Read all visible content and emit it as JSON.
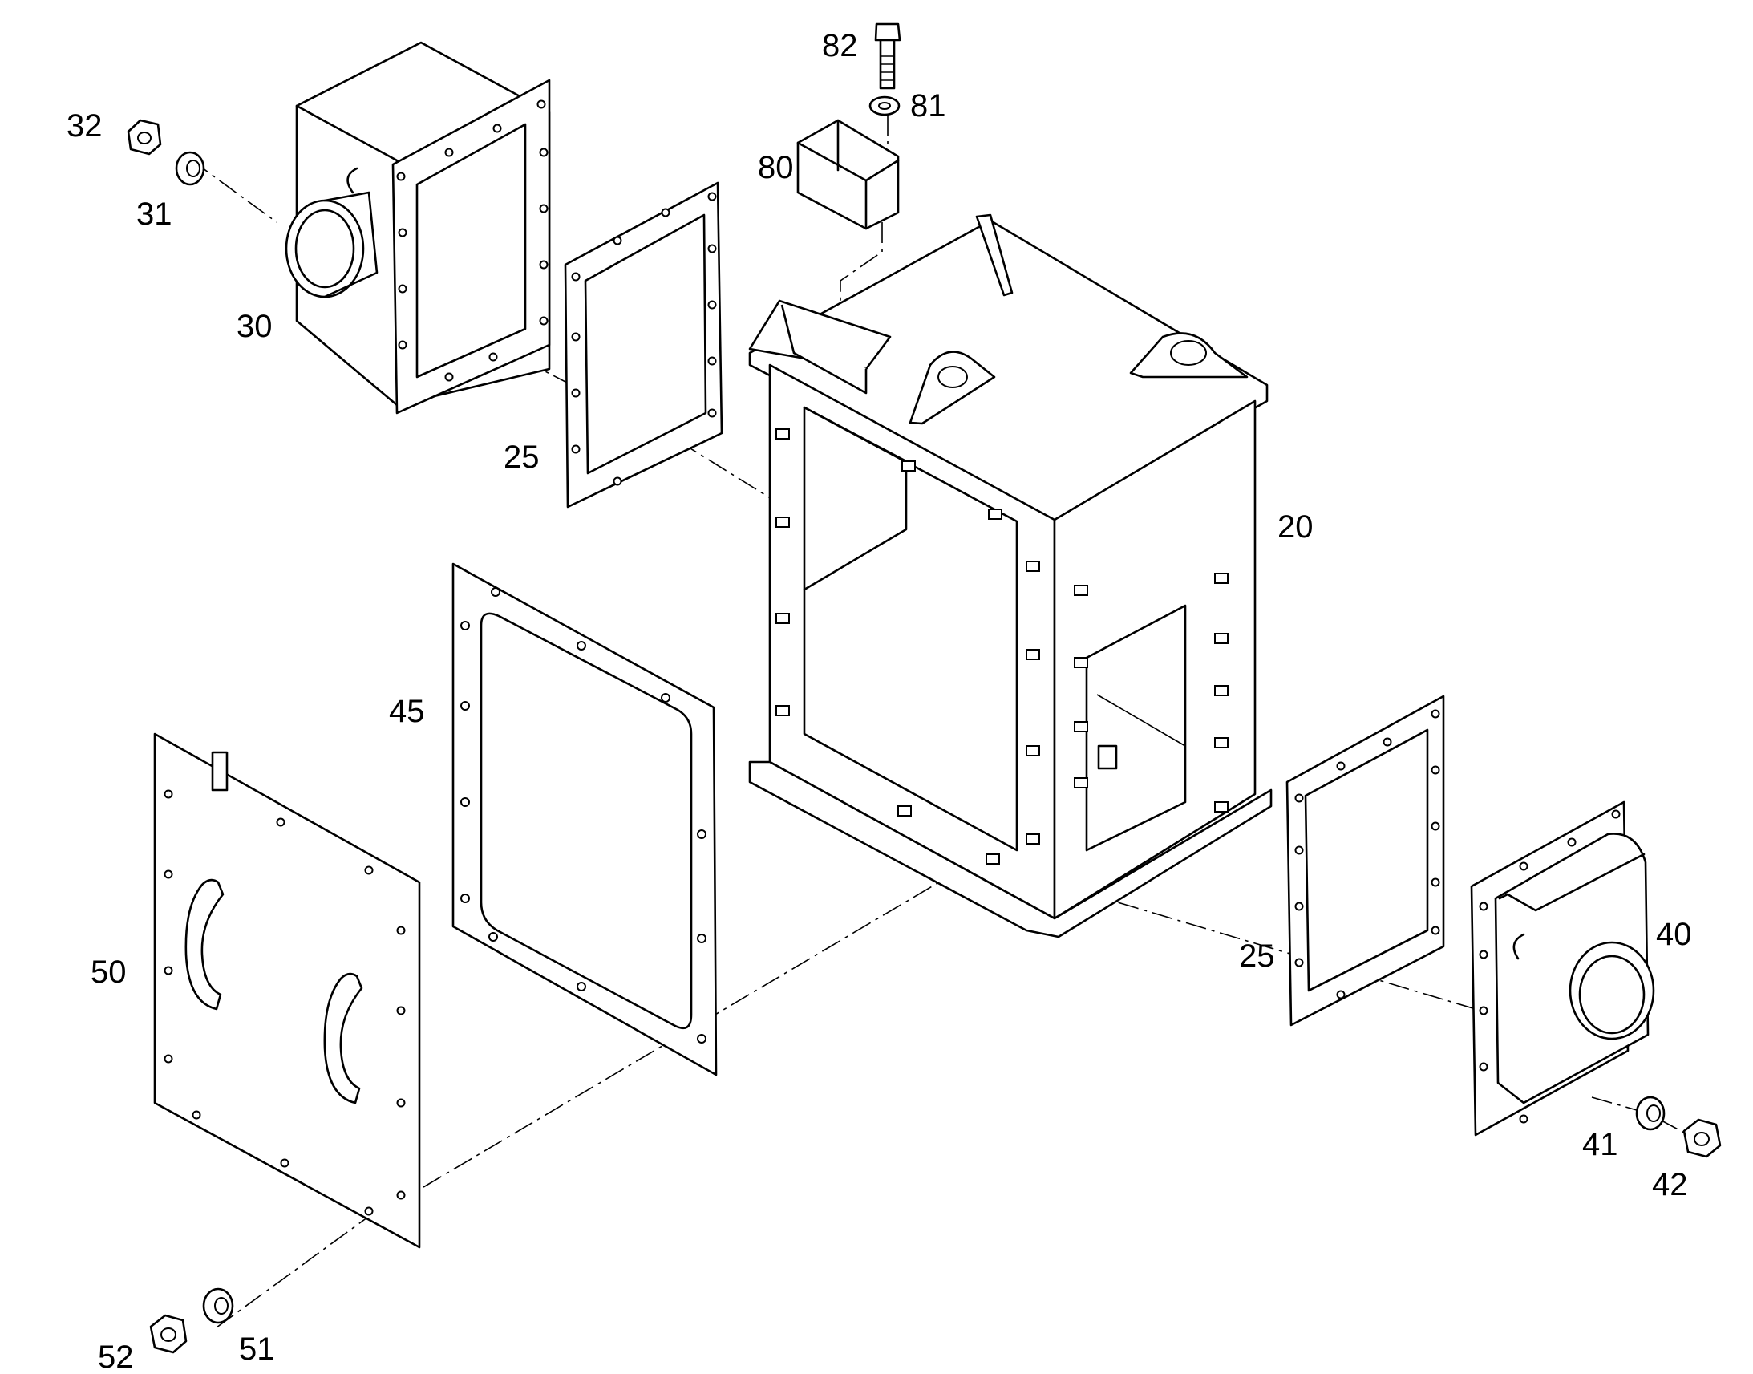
{
  "callouts": {
    "c20": "20",
    "c25a": "25",
    "c25b": "25",
    "c30": "30",
    "c31": "31",
    "c32": "32",
    "c40": "40",
    "c41": "41",
    "c42": "42",
    "c45": "45",
    "c50": "50",
    "c51": "51",
    "c52": "52",
    "c80": "80",
    "c81": "81",
    "c82": "82"
  }
}
